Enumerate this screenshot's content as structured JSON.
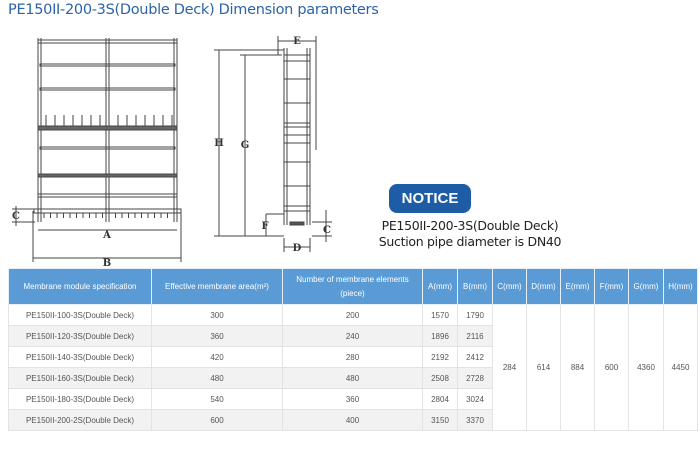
{
  "title": "PE150II-200-3S(Double Deck) Dimension parameters",
  "drawing": {
    "labels": {
      "A": "A",
      "B": "B",
      "C": "C",
      "D": "D",
      "E": "E",
      "F": "F",
      "G": "G",
      "H": "H"
    }
  },
  "notice": {
    "badge": "NOTICE",
    "line1": "PE150II-200-3S(Double Deck)",
    "line2": "Suction pipe diameter is DN40"
  },
  "table": {
    "headers": [
      "Membrane module specification",
      "Effective membrane area(m²)",
      "Number of membrane elements (piece)",
      "A(mm)",
      "B(mm)",
      "C(mm)",
      "D(mm)",
      "E(mm)",
      "F(mm)",
      "G(mm)",
      "H(mm)"
    ],
    "rows": [
      [
        "PE150II-100-3S(Double Deck)",
        "300",
        "200",
        "1570",
        "1790"
      ],
      [
        "PE150II-120-3S(Double Deck)",
        "360",
        "240",
        "1896",
        "2116"
      ],
      [
        "PE150II-140-3S(Double Deck)",
        "420",
        "280",
        "2192",
        "2412"
      ],
      [
        "PE150II-160-3S(Double Deck)",
        "480",
        "480",
        "2508",
        "2728"
      ],
      [
        "PE150II-180-3S(Double Deck)",
        "540",
        "360",
        "2804",
        "3024"
      ],
      [
        "PE150II-200-2S(Double Deck)",
        "600",
        "400",
        "3150",
        "3370"
      ]
    ],
    "shared": {
      "C": "284",
      "D": "614",
      "E": "884",
      "F": "600",
      "G": "4360",
      "H": "4450"
    }
  }
}
